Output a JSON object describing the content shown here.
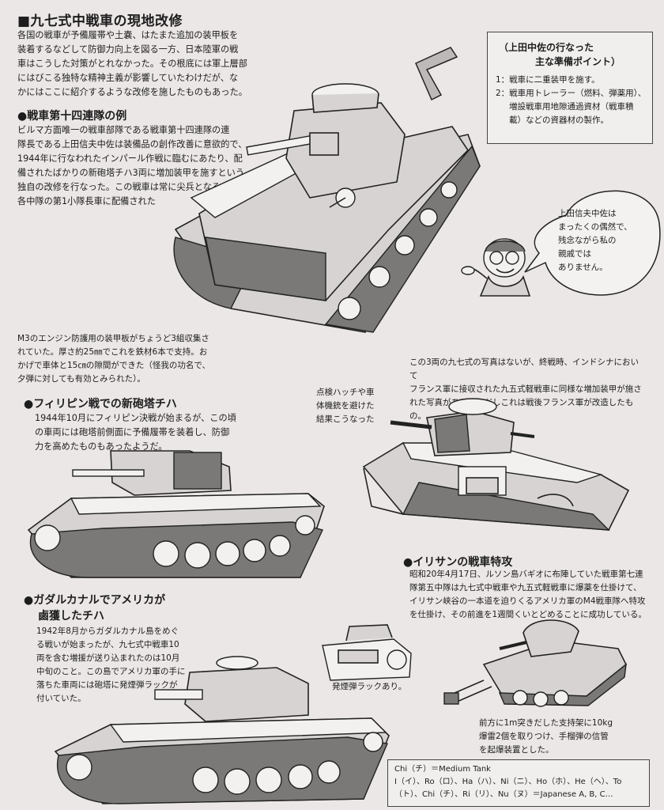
{
  "title": "■九七式中戦車の現地改修",
  "intro": [
    "各国の戦車が予備履帯や土嚢、はたまた追加の装甲板を",
    "装着するなどして防御力向上を図る一方、日本陸軍の戦",
    "車はこうした対策がとれなかった。その根底には軍上層部",
    "にはびこる独特な精神主義が影響していたわけだが、な",
    "かにはここに紹介するような改修を施したものもあった。"
  ],
  "s14": {
    "heading": "●戦車第十四連隊の例",
    "lines": [
      "ビルマ方面唯一の戦車部隊である戦車第十四連隊の連",
      "隊長である上田信夫中佐は装備品の創作改善に意欲的で、",
      "1944年に行なわれたインパール作戦に臨むにあたり、配",
      "備されたばかりの新砲塔チハ3両に増加装甲を施すという",
      "独自の改修を行なった。この戦車は常に尖兵となる、",
      "各中隊の第1小隊長車に配備された"
    ]
  },
  "points": {
    "title1": "（上田中佐の行なった",
    "title2": "主な準備ポイント）",
    "item1": "1：戦車に二重装甲を施す。",
    "item2a": "2：戦車用トレーラー（燃料、弾薬用）、",
    "item2b": "増設戦車用地隙通過資材（戦車積",
    "item2c": "載）などの資器材の製作。"
  },
  "bubble": [
    "上田信夫中佐は",
    "まったくの偶然で、",
    "残念ながら私の",
    "親戚では",
    "ありません。"
  ],
  "m3note": [
    "M3のエンジン防護用の装甲板がちょうど3組収集さ",
    "れていた。厚さ約25㎜でこれを鉄材6本で支持。お",
    "かげで車体と15㎝の隙間ができた（怪我の功名で、",
    "夕弾に対しても有効とみられた）。"
  ],
  "indochina": [
    "この3両の九七式の写真はないが、終戦時、インドシナにおいて",
    "フランス軍に接収された九五式軽戦車に同様な増加装甲が施さ",
    "れた写真がある。ただしこれは戦後フランス軍が改造したもの。"
  ],
  "hatch": [
    "点検ハッチや車",
    "体機銃を避けた",
    "結果こうなった"
  ],
  "phil": {
    "heading": "●フィリピン戦での新砲塔チハ",
    "lines": [
      "1944年10月にフィリピン決戦が始まるが、この頃",
      "の車両には砲塔前側面に予備履帯を装着し、防御",
      "力を高めたものもあったようだ。"
    ]
  },
  "irisan": {
    "heading": "●イリサンの戦車特攻",
    "lines": [
      "昭和20年4月17日、ルソン島バギオに布陣していた戦車第七連",
      "隊第五中隊は九七式中戦車や九五式軽戦車に爆薬を仕掛けて、",
      "イリサン峡谷の一本道を迫りくるアメリカ軍のM4戦車隊へ特攻",
      "を仕掛け、その前進を1週間くいとどめることに成功している。"
    ]
  },
  "guadal": {
    "heading1": "●ガダルカナルでアメリカが",
    "heading2": "鹵獲したチハ",
    "lines": [
      "1942年8月からガダルカナル島をめぐ",
      "る戦いが始まったが、九七式中戦車10",
      "両を含む増援が送り込まれたのは10月",
      "中旬のこと。この島でアメリカ軍の手に",
      "落ちた車両には砲塔に発煙弾ラックが",
      "付いていた。"
    ]
  },
  "smoke": "発煙弾ラックあり。",
  "bomb": [
    "前方に1m突きだした支持架に10kg",
    "爆雷2個を取りつけ、手榴弾の信管",
    "を起爆装置とした。"
  ],
  "legend": {
    "l1": "Chi（チ）＝Medium Tank",
    "l2": "I（イ）、Ro（ロ）、Ha（ハ）、Ni（ニ）、Ho（ホ）、He（ヘ）、To",
    "l3": "（ト）、Chi（チ）、Ri（リ）、Nu（ヌ）＝Japanese A, B, C…"
  }
}
